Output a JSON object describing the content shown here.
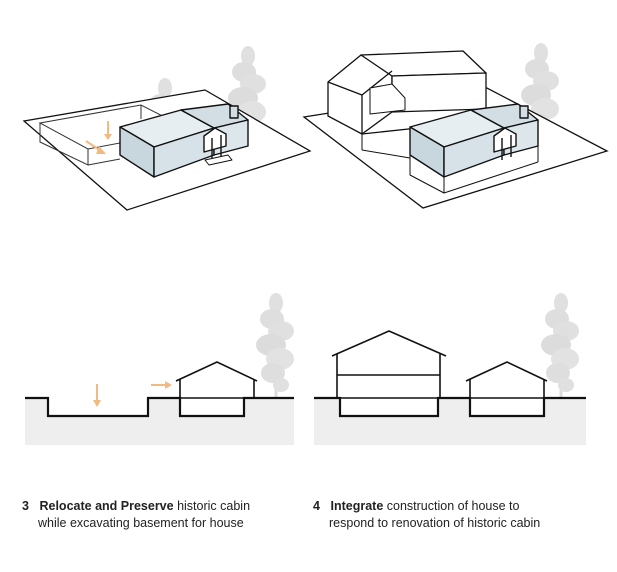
{
  "steps": [
    {
      "number": "3",
      "lead": "Relocate and Preserve",
      "rest": " historic cabin",
      "line2": "while excavating basement for house"
    },
    {
      "number": "4",
      "lead": "Integrate",
      "rest": " construction of house to",
      "line2": "respond to renovation of historic cabin"
    }
  ],
  "colors": {
    "line": "#111111",
    "cabin_fill": "#d4e0e5",
    "ground_fill": "#eeeeee",
    "arrow": "#f2b981",
    "tree": "#d9d9d9"
  }
}
